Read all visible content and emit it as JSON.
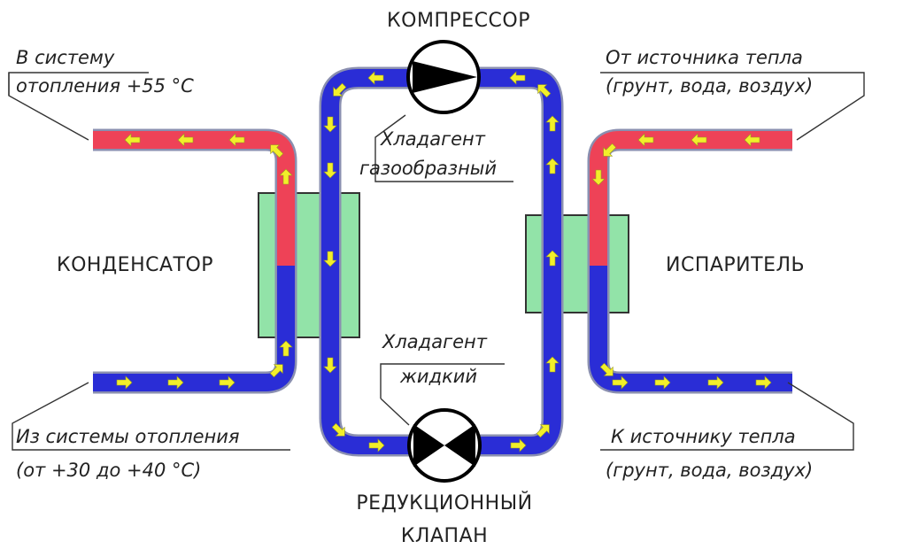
{
  "colors": {
    "hot_pipe": "#ee4257",
    "cold_pipe": "#2a2dd6",
    "pipe_outline": "#8a8fb0",
    "arrow": "#f2ef2a",
    "exchanger": "#92e3a8",
    "device_fill": "#000000"
  },
  "labels": {
    "compressor": "КОМПРЕССОР",
    "condenser": "КОНДЕНСАТОР",
    "evaporator": "ИСПАРИТЕЛЬ",
    "valve_line1": "РЕДУКЦИОННЫЙ",
    "valve_line2": "КЛАПАН",
    "to_heating_line1": "В систему",
    "to_heating_line2": "отопления +55 °С",
    "from_heating_line1": "Из системы отопления",
    "from_heating_line2": "(от +30 до +40 °С)",
    "from_source_line1": "От источника тепла",
    "from_source_line2": "(грунт, вода, воздух)",
    "to_source_line1": "К источнику тепла",
    "to_source_line2": "(грунт, вода, воздух)",
    "gas_line1": "Хладагент",
    "gas_line2": "газообразный",
    "liquid_line1": "Хладагент",
    "liquid_line2": "жидкий"
  },
  "icons": {
    "compressor": "compressor-symbol-icon",
    "valve": "expansion-valve-symbol-icon",
    "flow": "flow-arrow-icon"
  }
}
